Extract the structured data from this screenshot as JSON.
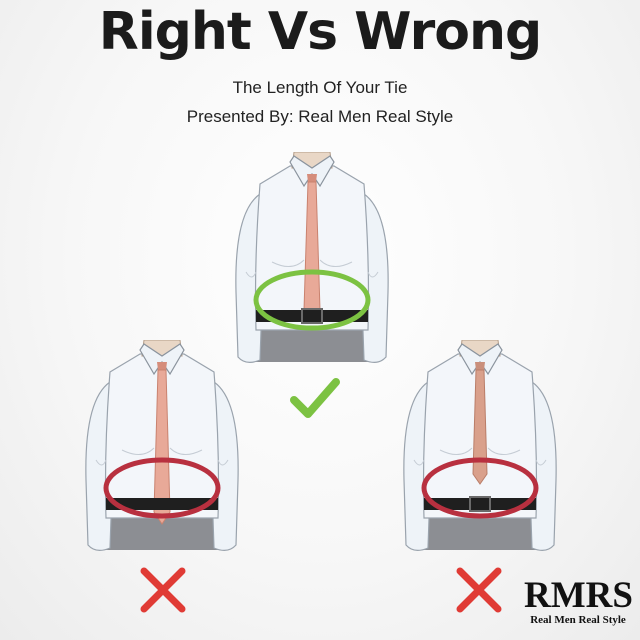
{
  "header": {
    "title": "Right Vs Wrong",
    "subtitle": "The Length Of Your Tie",
    "presenter": "Presented By: Real Men Real Style"
  },
  "figures": [
    {
      "id": "center",
      "verdict": "correct",
      "ring_color": "#7cc242"
    },
    {
      "id": "left",
      "verdict": "incorrect",
      "ring_color": "#b8303f"
    },
    {
      "id": "right",
      "verdict": "incorrect",
      "ring_color": "#b8303f"
    }
  ],
  "icons": {
    "check": "checkmark-icon",
    "cross": "x-mark-icon"
  },
  "colors": {
    "check": "#7cc242",
    "cross": "#e03b35",
    "shirt": "#eef3f8",
    "tie": "#e8a998",
    "belt": "#1f1f1f"
  },
  "logo": {
    "initials": "RMRS",
    "tagline": "Real Men Real Style"
  }
}
